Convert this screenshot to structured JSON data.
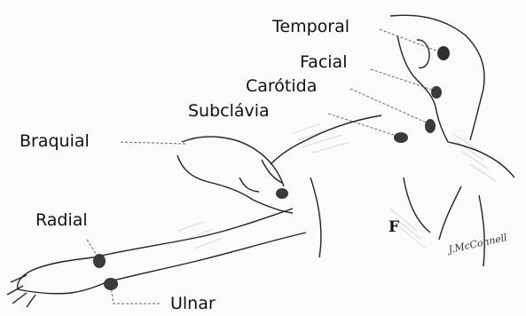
{
  "labels": {
    "temporal": "Temporal",
    "facial": "Facial",
    "carotida": "Carótida",
    "subclavia": "Subclávia",
    "braquial": "Braquial",
    "radial": "Radial",
    "ulnar": "Ulnar"
  },
  "figure_letter": "F",
  "signature": "J.McConnell",
  "colors": {
    "pulse_point": "#3a3a3a",
    "ink": "#222222",
    "leader_line": "#666666"
  }
}
